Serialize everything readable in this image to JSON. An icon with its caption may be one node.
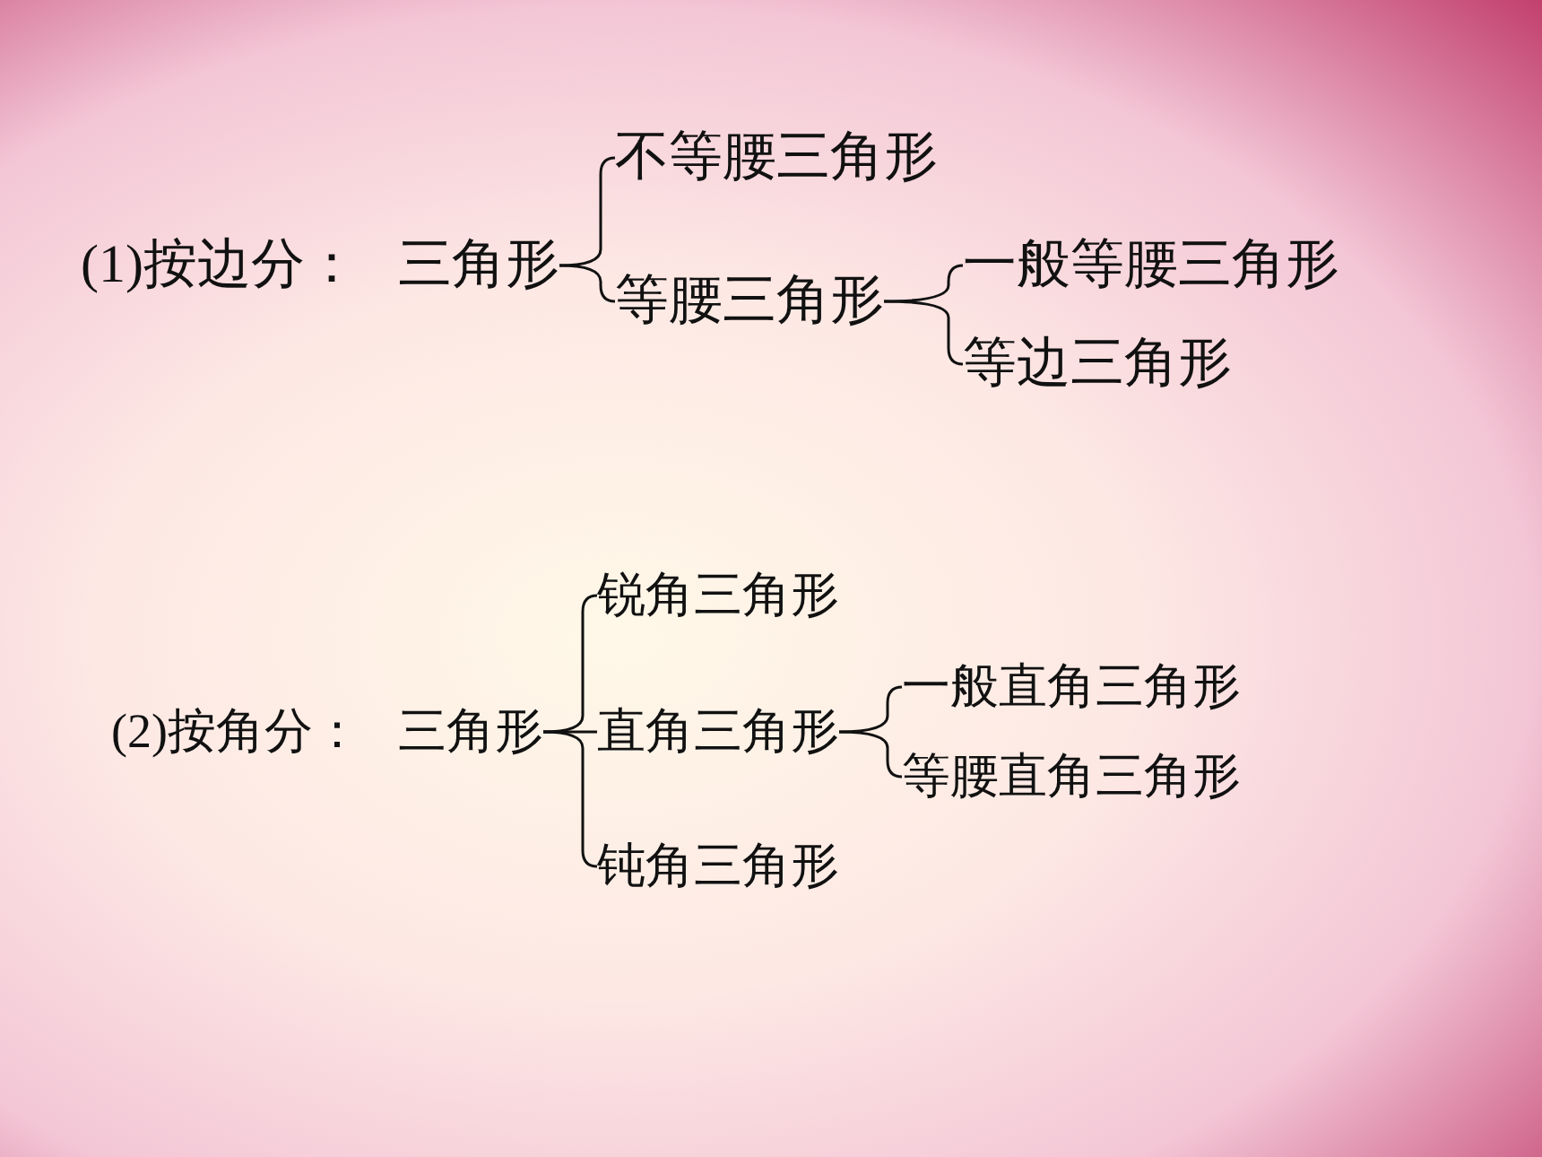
{
  "diagram": {
    "nodes": [
      {
        "text": [
          "三角形"
        ]
      },
      {
        "text": [
          "不等腰三角形"
        ]
      },
      {
        "text": [
          "等腰三角形"
        ]
      },
      {
        "text": [
          "一般等腰三角形"
        ]
      },
      {
        "text": [
          "等边三角形"
        ]
      },
      {
        "text": [
          "三角形"
        ]
      },
      {
        "text": [
          "锐角三角形"
        ]
      },
      {
        "text": [
          "直角三角形"
        ]
      },
      {
        "text": [
          "一般直角三角形"
        ]
      },
      {
        "text": [
          "等腰直角三角形"
        ]
      },
      {
        "text": [
          "钝角三角形"
        ]
      }
    ],
    "edges": [
      {
        "from": 0,
        "to": 1,
        "arrow": "none"
      },
      {
        "from": 0,
        "to": 2,
        "arrow": "none"
      },
      {
        "from": 2,
        "to": 3,
        "arrow": "none"
      },
      {
        "from": 2,
        "to": 4,
        "arrow": "none"
      },
      {
        "from": 5,
        "to": 6,
        "arrow": "none"
      },
      {
        "from": 5,
        "to": 7,
        "arrow": "none"
      },
      {
        "from": 7,
        "to": 8,
        "arrow": "none"
      },
      {
        "from": 7,
        "to": 9,
        "arrow": "none"
      },
      {
        "from": 5,
        "to": 10,
        "arrow": "none"
      }
    ],
    "labels": [
      "(1)按边分：",
      "(2)按角分："
    ]
  }
}
